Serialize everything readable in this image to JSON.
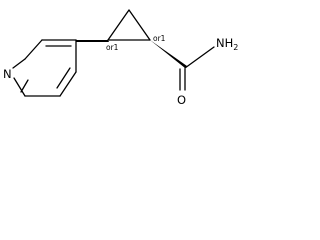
{
  "molecule": {
    "atoms": {
      "nitrogen_ring": "N",
      "oxygen": "O",
      "amine": "NH",
      "amine_subscript": "2"
    },
    "stereo_labels": {
      "left": "or1",
      "right": "or1"
    }
  },
  "colors": {
    "bond": "#000000",
    "background": "#ffffff"
  }
}
